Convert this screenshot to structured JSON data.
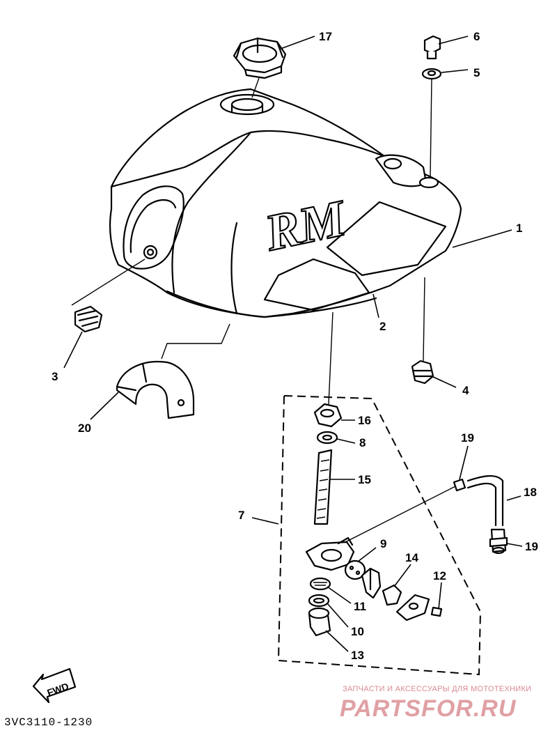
{
  "diagram": {
    "parts": [
      {
        "id": "tank",
        "number": "1"
      },
      {
        "id": "emblem",
        "number": "2"
      },
      {
        "id": "damper-front",
        "number": "3"
      },
      {
        "id": "damper-rear",
        "number": "4"
      },
      {
        "id": "washer-top",
        "number": "5"
      },
      {
        "id": "bolt-top",
        "number": "6"
      },
      {
        "id": "fuel-cock-assy",
        "number": "7"
      },
      {
        "id": "washer-8",
        "number": "8"
      },
      {
        "id": "cock-lever",
        "number": "9"
      },
      {
        "id": "gasket-10",
        "number": "10"
      },
      {
        "id": "oring-11",
        "number": "11"
      },
      {
        "id": "screw-12",
        "number": "12"
      },
      {
        "id": "cup-13",
        "number": "13"
      },
      {
        "id": "packing-14",
        "number": "14"
      },
      {
        "id": "strainer-15",
        "number": "15"
      },
      {
        "id": "nut-16",
        "number": "16"
      },
      {
        "id": "cap-17",
        "number": "17"
      },
      {
        "id": "hose-18",
        "number": "18"
      },
      {
        "id": "clip-19a",
        "number": "19"
      },
      {
        "id": "clip-19b",
        "number": "19"
      },
      {
        "id": "bracket-20",
        "number": "20"
      }
    ],
    "tank_logo": "RM",
    "fwd_label": "FWD",
    "drawing_code": "3VC3110-1230"
  },
  "watermark": {
    "caption": "ЗАПЧАСТИ И АКСЕССУАРЫ ДЛЯ МОТОТЕХНИКИ",
    "brand": "PARTSFOR.RU",
    "color": "#e0a0a4"
  }
}
